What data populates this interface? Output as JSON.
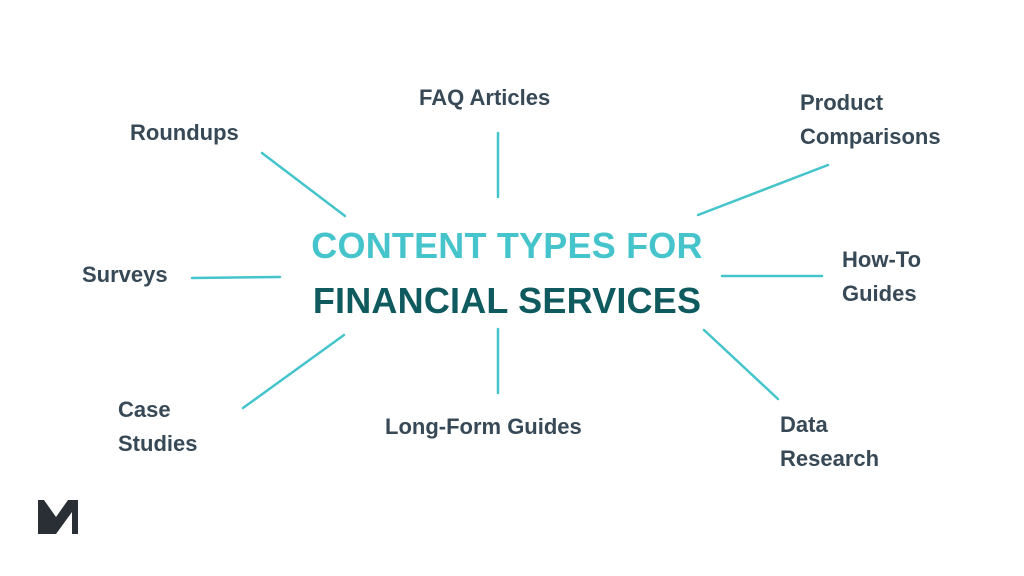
{
  "colors": {
    "accent": "#45c4cb",
    "title_dark": "#0f5a5e",
    "label": "#374956",
    "background": "#ffffff",
    "logo": "#2a2f35"
  },
  "title": {
    "line1": "CONTENT TYPES FOR",
    "line2": "FINANCIAL SERVICES"
  },
  "nodes": {
    "faq": "FAQ Articles",
    "roundups": "Roundups",
    "product_line1": "Product",
    "product_line2": "Comparisons",
    "surveys": "Surveys",
    "howto_line1": "How-To",
    "howto_line2": "Guides",
    "case_line1": "Case",
    "case_line2": "Studies",
    "longform": "Long-Form Guides",
    "data_line1": "Data",
    "data_line2": "Research"
  },
  "logo": {
    "icon": "brand-logo-icon"
  }
}
